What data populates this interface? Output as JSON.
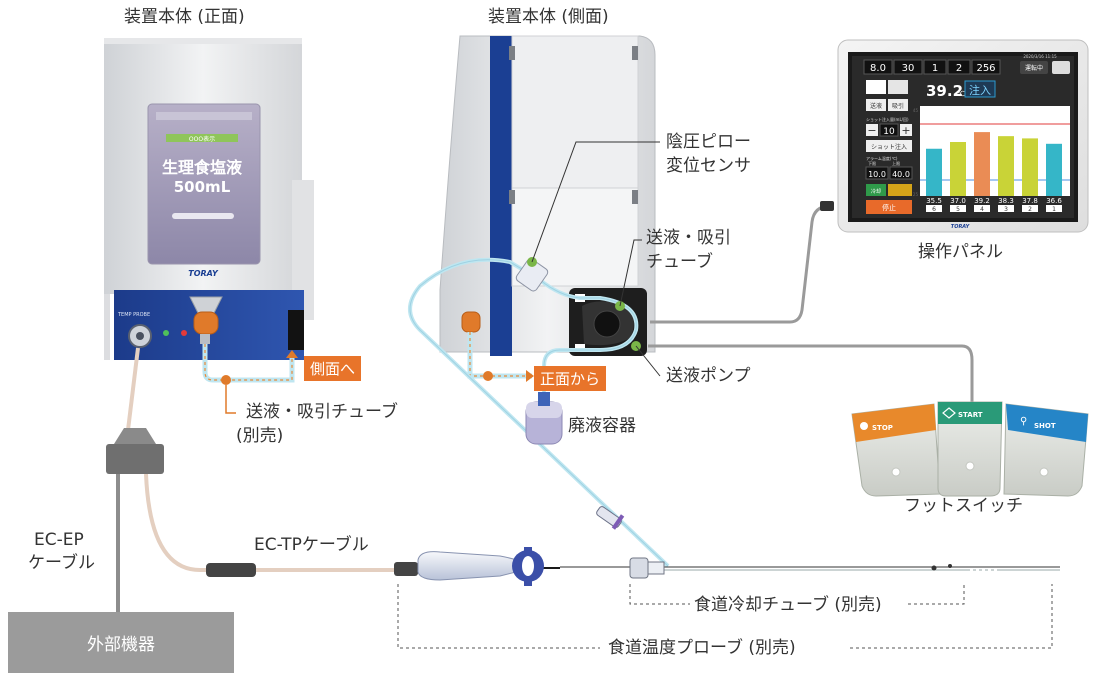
{
  "labels": {
    "front_title": "装置本体 (正面)",
    "side_title": "装置本体 (側面)",
    "pressure_sensor": [
      "陰圧ピロー",
      "変位センサ"
    ],
    "tube_label": [
      "送液・吸引",
      "チューブ"
    ],
    "pump": "送液ポンプ",
    "waste": "廃液容器",
    "panel": "操作パネル",
    "footswitch": "フットスイッチ",
    "to_side": "側面へ",
    "from_front": "正面から",
    "front_tube": [
      "送液・吸引チューブ",
      "(別売)"
    ],
    "ec_ep": [
      "EC-EP",
      "ケーブル"
    ],
    "ec_tp": "EC-TPケーブル",
    "external": "外部機器",
    "cooling_tube": "食道冷却チューブ (別売)",
    "temp_probe": "食道温度プローブ (別売)"
  },
  "device_front": {
    "bag_header": "OOO表示",
    "bag_line1": "生理食塩液",
    "bag_line2": "500mL",
    "brand": "TORAY",
    "port_label": "TEMP PROBE"
  },
  "panel_screen": {
    "top_values": [
      "8.0",
      "30",
      "1",
      "2",
      "256"
    ],
    "status_button": "運転中",
    "datetime": "2020/3/16 11:15",
    "current_temp": "39.2",
    "temp_unit": "℃",
    "mode_label": "注入",
    "tab1": "送液",
    "tab2": "吸引",
    "shot_volume_label": "ショット注入量(mL/回)",
    "shot_value": "10",
    "shot_button": "ショット注入",
    "alarm_label": "アラーム温度(℃)",
    "alarm_low_label": "下限",
    "alarm_high_label": "上限",
    "alarm_low": "10.0",
    "alarm_high": "40.0",
    "preset_label": "冷却",
    "stop_button": "停止",
    "brand": "TORAY",
    "axis_top": "45",
    "axis_bottom": "25",
    "bar_colors": [
      "#35b6c8",
      "#c9d337",
      "#ea8c55",
      "#c9d337",
      "#c9d337",
      "#35b6c8"
    ],
    "bar_values": [
      "35.5",
      "37.0",
      "39.2",
      "38.3",
      "37.8",
      "36.6"
    ],
    "bar_channels": [
      "6",
      "5",
      "4",
      "3",
      "2",
      "1"
    ]
  },
  "footswitch": {
    "stop": "STOP",
    "start": "START",
    "shot": "SHOT",
    "stop_color": "#e8892b",
    "start_color": "#2a9a78",
    "shot_color": "#2585c7"
  },
  "colors": {
    "accent_orange": "#e8742a",
    "device_blue": "#1b3f93",
    "sensor_green": "#7ab648",
    "tube_blue": "#bfe6f0",
    "cable": "#e4cfc0"
  }
}
